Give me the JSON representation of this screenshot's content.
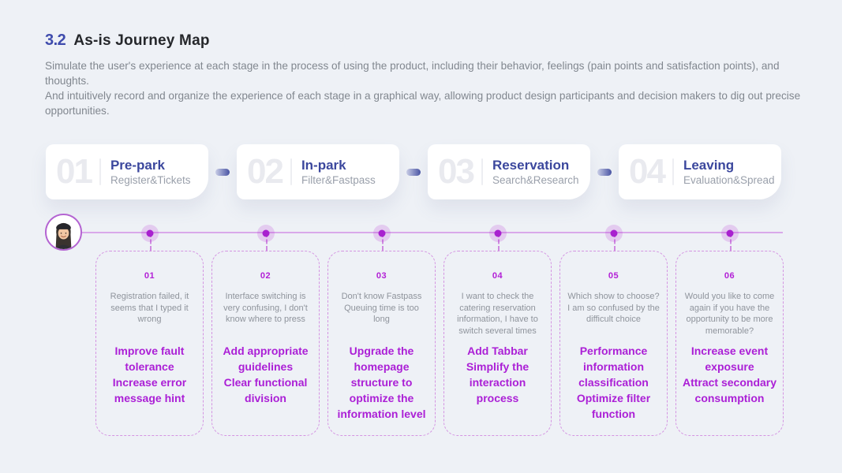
{
  "header": {
    "section_number": "3.2",
    "title": "As-is Journey Map",
    "description_line1": "Simulate the user's experience at each stage in the process of using the product, including their behavior, feelings (pain points and satisfaction points), and thoughts.",
    "description_line2": "And intuitively record and organize the experience of each stage in a graphical way, allowing product design participants and decision makers to dig out precise opportunities."
  },
  "stages": [
    {
      "number": "01",
      "title": "Pre-park",
      "subtitle": "Register&Tickets"
    },
    {
      "number": "02",
      "title": "In-park",
      "subtitle": "Filter&Fastpass"
    },
    {
      "number": "03",
      "title": "Reservation",
      "subtitle": "Search&Research"
    },
    {
      "number": "04",
      "title": "Leaving",
      "subtitle": "Evaluation&Spread"
    }
  ],
  "journey": {
    "avatar_icon": "user-avatar",
    "points": [
      {
        "number": "01",
        "pain": "Registration failed, it seems that I typed it wrong",
        "suggestions": [
          "Improve fault tolerance",
          "Increase error message hint"
        ]
      },
      {
        "number": "02",
        "pain": "Interface switching is very confusing, I don't know where to press",
        "suggestions": [
          "Add appropriate guidelines",
          "Clear functional division"
        ]
      },
      {
        "number": "03",
        "pain": "Don't know Fastpass Queuing time is too long",
        "suggestions": [
          "Upgrade the homepage structure to optimize the information level"
        ]
      },
      {
        "number": "04",
        "pain": "I want to check the catering reservation information, I have to switch several times",
        "suggestions": [
          "Add Tabbar",
          "Simplify the interaction process"
        ]
      },
      {
        "number": "05",
        "pain": "Which show to choose? I am so confused by the difficult choice",
        "suggestions": [
          "Performance information classification",
          "Optimize filter function"
        ]
      },
      {
        "number": "06",
        "pain": "Would you like to come again if you have the opportunity to be more memorable?",
        "suggestions": [
          "Increase event exposure",
          "Attract secondary consumption"
        ]
      }
    ]
  },
  "colors": {
    "background": "#EEF1F6",
    "indigo_accent": "#3B479D",
    "section_number": "#3F4CAD",
    "magenta_accent": "#AB1FD6",
    "timeline_line": "#D9A9EA",
    "dashed_border": "#D494E2",
    "card_ghost_number": "#E9EAEF",
    "body_text": "#81878F"
  }
}
